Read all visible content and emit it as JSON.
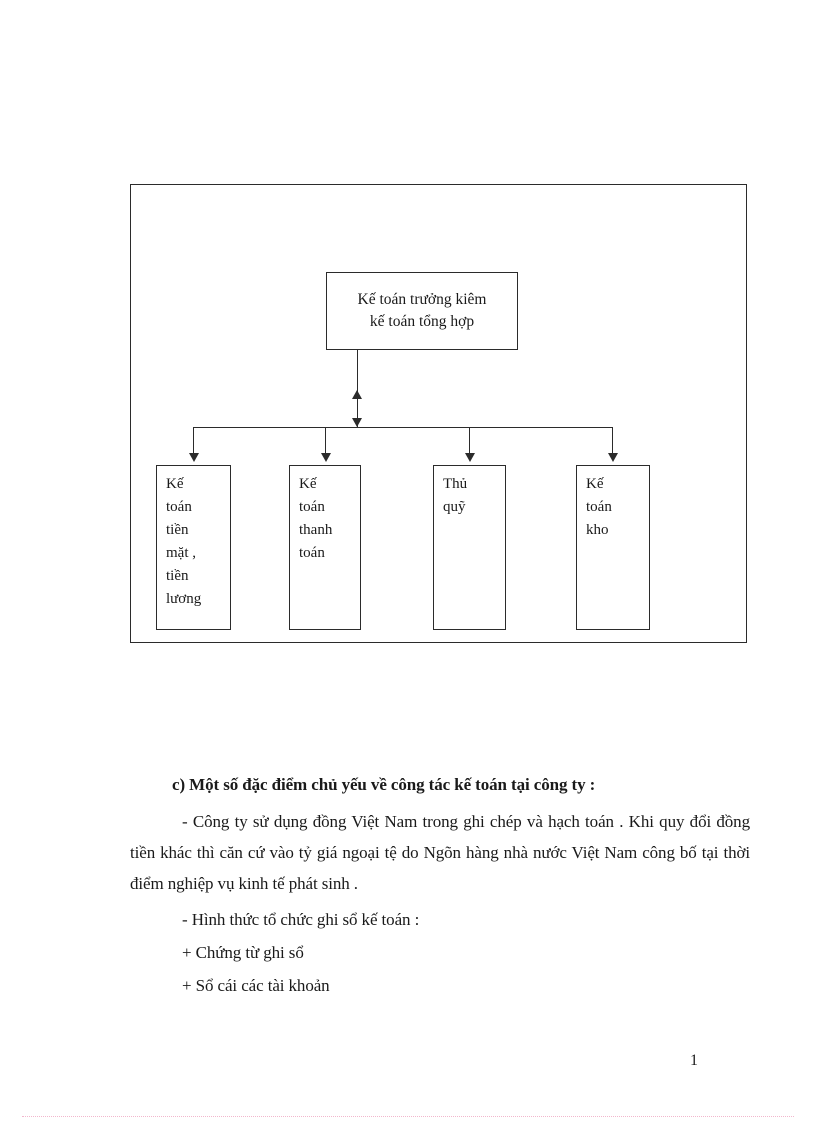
{
  "document": {
    "page_number": "1",
    "org_chart": {
      "head": {
        "label": "Kế toán trưởng  kiêm\nkế toán tổng hợp"
      },
      "leaves": [
        {
          "label": "Kế\ntoán\ntiền\nmặt ,\ntiền\nlương"
        },
        {
          "label": "Kế\ntoán\nthanh\ntoán"
        },
        {
          "label": "Thủ\nquỹ"
        },
        {
          "label": "Kế\ntoán\nkho"
        }
      ]
    },
    "section": {
      "heading": "c) Một số đặc điểm chủ yếu về công tác kế toán tại công ty :",
      "paragraphs": [
        "- Công ty sử dụng đồng Việt Nam trong ghi chép và hạch toán . Khi quy đổi đồng tiền khác thì căn cứ vào tỷ giá ngoại tệ do Ngõn hàng nhà nước Việt Nam công bố tại thời điểm nghiệp vụ kinh tế phát sinh .",
        "- Hình thức tổ chức ghi sổ kế toán :",
        "+ Chứng từ ghi sổ",
        "+ Sổ cái các tài khoản"
      ]
    },
    "colors": {
      "ink": "#1a1a1a",
      "line": "#2b2b2b",
      "footer_rule": "#f2b7cd"
    }
  }
}
